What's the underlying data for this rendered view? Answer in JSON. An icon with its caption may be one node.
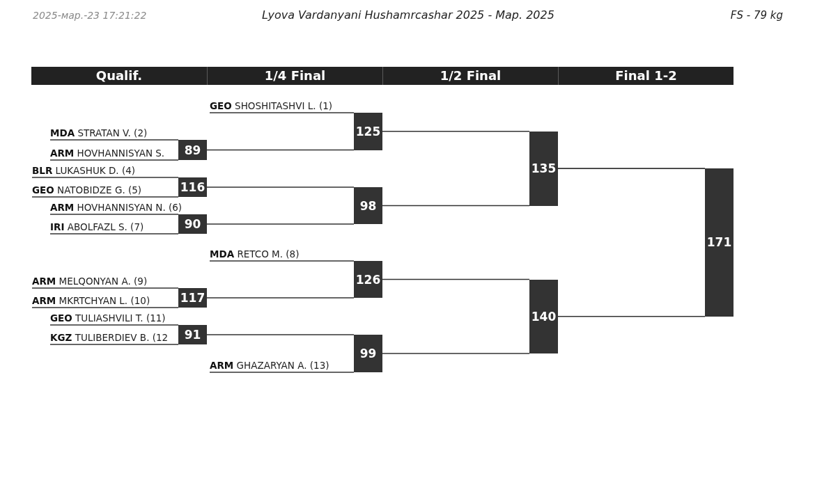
{
  "diagram": {
    "title": "Lyova Vardanyani Hushamrcashar 2025 - Мар. 2025",
    "nodes": [
      {
        "text": [
          "Qualif."
        ]
      },
      {
        "text": [
          "1/4 Final"
        ]
      },
      {
        "text": [
          "1/2 Final"
        ]
      },
      {
        "text": [
          "Final 1-2"
        ]
      },
      {
        "text": [
          "**GEO** SHOSHITASHVI L. (1)"
        ]
      },
      {
        "text": [
          "**MDA** STRATAN V. (2)"
        ]
      },
      {
        "text": [
          "**ARM** HOVHANNISYAN S."
        ]
      },
      {
        "text": [
          "**BLR** LUKASHUK D. (4)"
        ]
      },
      {
        "text": [
          "**GEO** NATOBIDZE G. (5)"
        ]
      },
      {
        "text": [
          "**ARM** HOVHANNISYAN N. (6)"
        ]
      },
      {
        "text": [
          "**IRI** ABOLFAZL S. (7)"
        ]
      },
      {
        "text": [
          "**MDA** RETCO M. (8)"
        ]
      },
      {
        "text": [
          "**ARM** MELQONYAN A. (9)"
        ]
      },
      {
        "text": [
          "**ARM** MKRTCHYAN L. (10)"
        ]
      },
      {
        "text": [
          "**GEO** TULIASHVILI T. (11)"
        ]
      },
      {
        "text": [
          "**KGZ** TULIBERDIEV B. (12"
        ]
      },
      {
        "text": [
          "**ARM** GHAZARYAN A. (13)"
        ]
      },
      {
        "text": [
          "89"
        ]
      },
      {
        "text": [
          "116"
        ]
      },
      {
        "text": [
          "90"
        ]
      },
      {
        "text": [
          "117"
        ]
      },
      {
        "text": [
          "91"
        ]
      },
      {
        "text": [
          "125"
        ]
      },
      {
        "text": [
          "98"
        ]
      },
      {
        "text": [
          "126"
        ]
      },
      {
        "text": [
          "99"
        ]
      },
      {
        "text": [
          "135"
        ]
      },
      {
        "text": [
          "140"
        ]
      },
      {
        "text": [
          "171"
        ]
      }
    ],
    "edges": [
      {
        "from": 5,
        "to": 17,
        "arrow": "none"
      },
      {
        "from": 6,
        "to": 17,
        "arrow": "none"
      },
      {
        "from": 7,
        "to": 18,
        "arrow": "none"
      },
      {
        "from": 8,
        "to": 18,
        "arrow": "none"
      },
      {
        "from": 9,
        "to": 19,
        "arrow": "none"
      },
      {
        "from": 10,
        "to": 19,
        "arrow": "none"
      },
      {
        "from": 12,
        "to": 20,
        "arrow": "none"
      },
      {
        "from": 13,
        "to": 20,
        "arrow": "none"
      },
      {
        "from": 14,
        "to": 21,
        "arrow": "none"
      },
      {
        "from": 15,
        "to": 21,
        "arrow": "none"
      },
      {
        "from": 4,
        "to": 22,
        "arrow": "none"
      },
      {
        "from": 17,
        "to": 22,
        "arrow": "none"
      },
      {
        "from": 18,
        "to": 23,
        "arrow": "none"
      },
      {
        "from": 19,
        "to": 23,
        "arrow": "none"
      },
      {
        "from": 11,
        "to": 24,
        "arrow": "none"
      },
      {
        "from": 20,
        "to": 24,
        "arrow": "none"
      },
      {
        "from": 21,
        "to": 25,
        "arrow": "none"
      },
      {
        "from": 16,
        "to": 25,
        "arrow": "none"
      },
      {
        "from": 22,
        "to": 26,
        "arrow": "none"
      },
      {
        "from": 23,
        "to": 26,
        "arrow": "none"
      },
      {
        "from": 24,
        "to": 27,
        "arrow": "none"
      },
      {
        "from": 25,
        "to": 27,
        "arrow": "none"
      },
      {
        "from": 26,
        "to": 28,
        "arrow": "none"
      },
      {
        "from": 27,
        "to": 28,
        "arrow": "none"
      }
    ],
    "labels": [
      "2025-мар.-23 17:21:22",
      "FS - 79 kg"
    ]
  }
}
